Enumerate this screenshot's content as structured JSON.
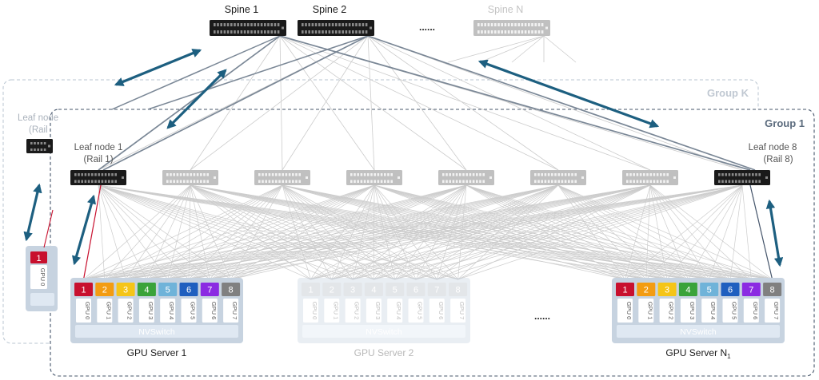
{
  "spines": [
    {
      "label": "Spine 1",
      "faded": false
    },
    {
      "label": "Spine 2",
      "faded": false
    },
    {
      "label": "Spine N",
      "faded": true
    }
  ],
  "spine_ellipsis": "......",
  "groups": {
    "front": "Group 1",
    "back": "Group K"
  },
  "leaves": {
    "front_first": {
      "line1": "Leaf node 1",
      "line2": "(Rail 1)"
    },
    "front_last": {
      "line1": "Leaf node 8",
      "line2": "(Rail 8)"
    },
    "back_first": {
      "line1": "Leaf node",
      "line2": "(Rail"
    }
  },
  "servers": [
    {
      "label": "GPU Server 1",
      "faded": false
    },
    {
      "label": "GPU Server 2",
      "faded": true
    },
    {
      "label": "GPU Server N",
      "sub": "1",
      "faded": false
    }
  ],
  "server_ellipsis": "......",
  "switch_label": "NVSwitch",
  "rails": [
    "1",
    "2",
    "3",
    "4",
    "5",
    "6",
    "7",
    "8"
  ],
  "gpus": [
    "GPU 0",
    "GPU 1",
    "GPU 2",
    "GPU 3",
    "GPU 4",
    "GPU 5",
    "GPU 6",
    "GPU 7"
  ],
  "back_server": {
    "rail": "1",
    "gpu": "GPU 0"
  },
  "colors": {
    "rails": [
      "#c8102e",
      "#f39c12",
      "#f5c518",
      "#3aa33a",
      "#6fb3d9",
      "#1f5fbf",
      "#8b2be2",
      "#808080"
    ],
    "arrow": "#1d5f80",
    "switch_dark": "#1a1a1a",
    "switch_light": "#c0c0c0",
    "server_box": "#c7d3e0",
    "nvswitch": "#dfe8f2",
    "group_border": "#44546a",
    "back_group_border": "#b8c4d0",
    "link_active": "#7a8796",
    "link_faint": "#cccccc",
    "rail1_link": "#c8102e"
  }
}
